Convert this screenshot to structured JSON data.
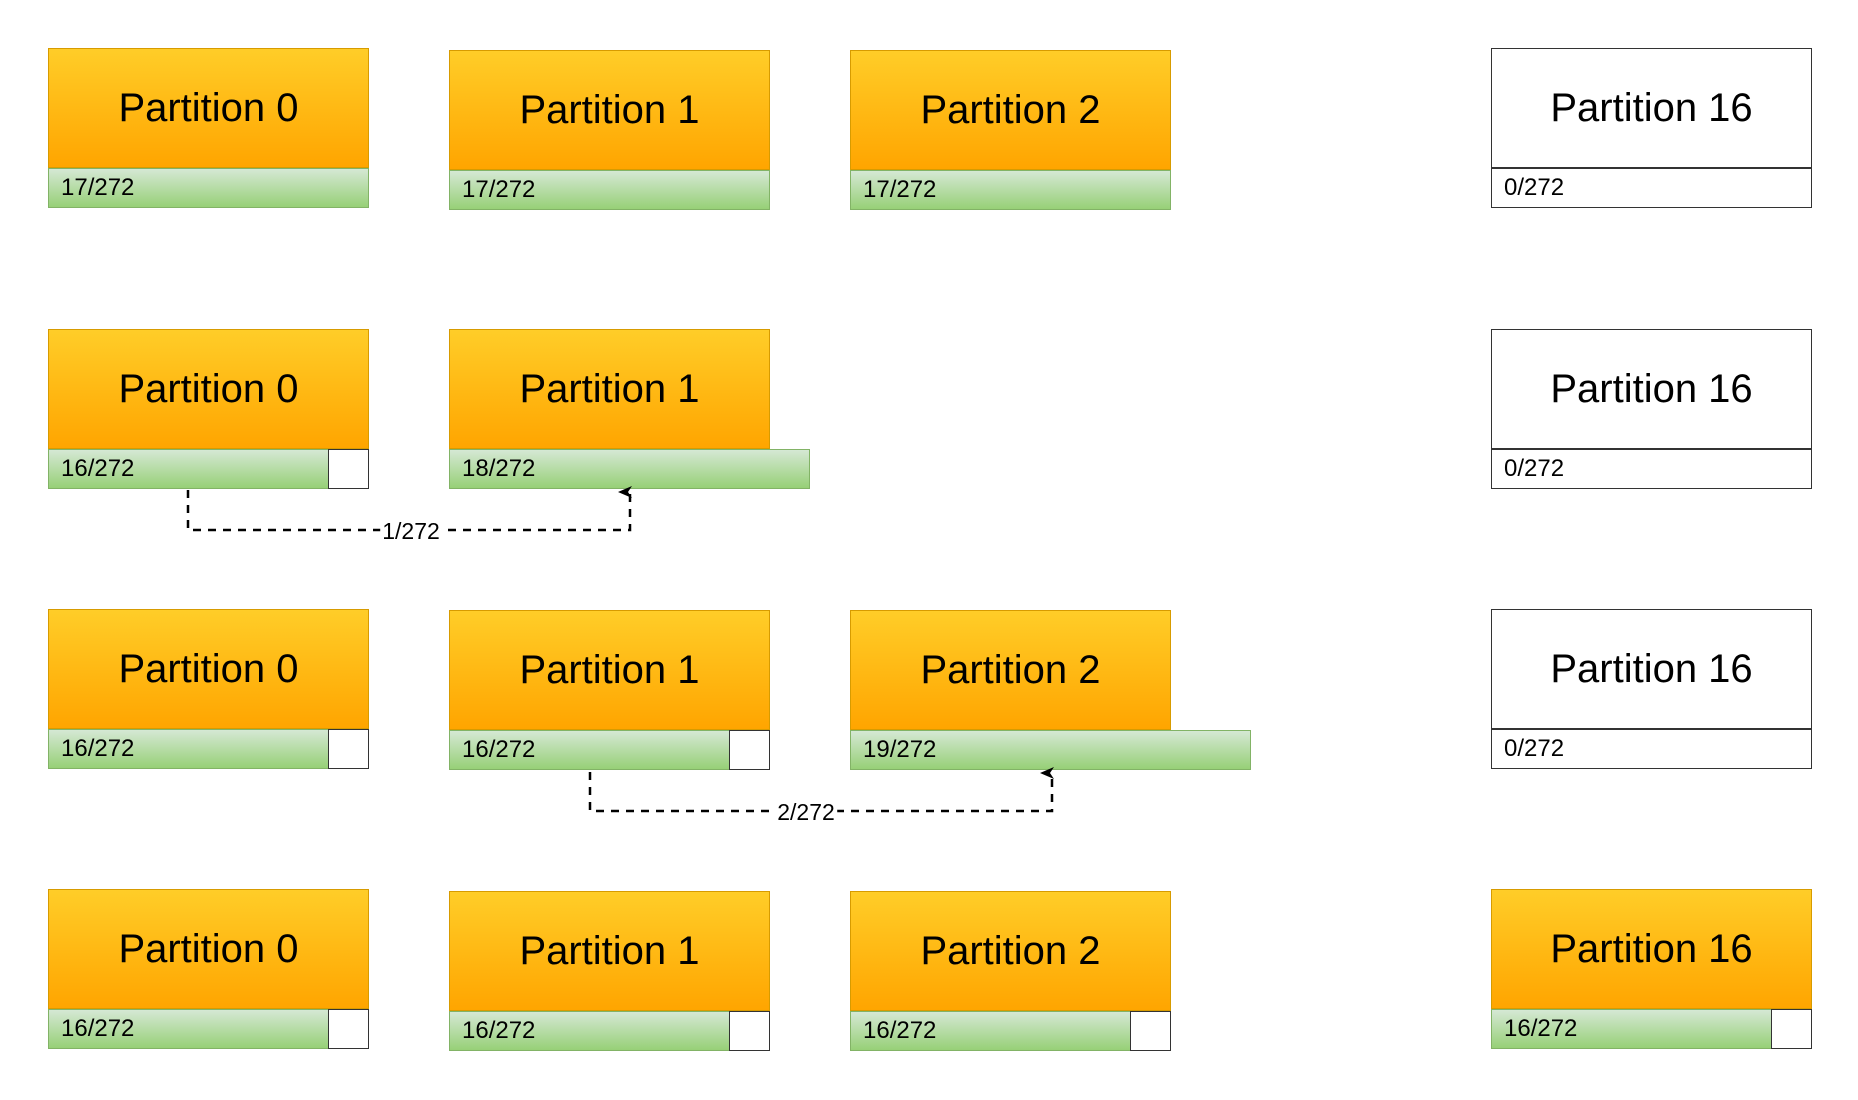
{
  "rows": [
    [
      {
        "label": "Partition 0",
        "count": "17/272"
      },
      {
        "label": "Partition 1",
        "count": "17/272"
      },
      {
        "label": "Partition 2",
        "count": "17/272"
      },
      {
        "label": "Partition 16",
        "count": "0/272"
      }
    ],
    [
      {
        "label": "Partition 0",
        "count": "16/272"
      },
      {
        "label": "Partition 1",
        "count": "18/272"
      },
      {
        "label": "Partition 16",
        "count": "0/272"
      }
    ],
    [
      {
        "label": "Partition 0",
        "count": "16/272"
      },
      {
        "label": "Partition 1",
        "count": "16/272"
      },
      {
        "label": "Partition 2",
        "count": "19/272"
      },
      {
        "label": "Partition 16",
        "count": "0/272"
      }
    ],
    [
      {
        "label": "Partition 0",
        "count": "16/272"
      },
      {
        "label": "Partition 1",
        "count": "16/272"
      },
      {
        "label": "Partition 2",
        "count": "16/272"
      },
      {
        "label": "Partition 16",
        "count": "16/272"
      }
    ]
  ],
  "moves": [
    {
      "label": "1/272"
    },
    {
      "label": "2/272"
    }
  ],
  "colors": {
    "partition_fill_top": "#ffcd28",
    "partition_fill_bottom": "#ffa500",
    "count_fill_top": "#d5e8d4",
    "count_fill_bottom": "#97d077",
    "empty_fill": "#ffffff"
  }
}
